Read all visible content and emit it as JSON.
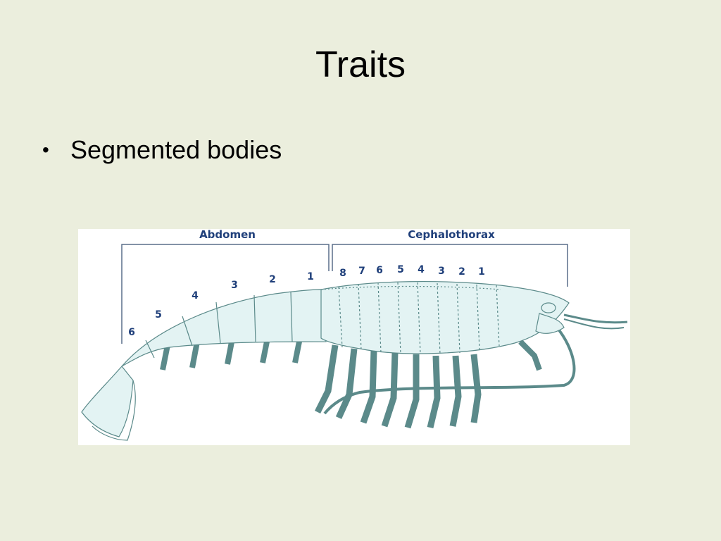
{
  "slide": {
    "title": "Traits",
    "bullets": [
      "Segmented bodies"
    ]
  },
  "diagram": {
    "abdomen_label": "Abdomen",
    "cephalothorax_label": "Cephalothorax",
    "abdomen_segments": [
      "6",
      "5",
      "4",
      "3",
      "2",
      "1"
    ],
    "cephalothorax_segments": [
      "8",
      "7",
      "6",
      "5",
      "4",
      "3",
      "2",
      "1"
    ],
    "body_fill": "#e3f3f3",
    "outline_color": "#5b8a8a",
    "label_color": "#1f3f7a"
  }
}
